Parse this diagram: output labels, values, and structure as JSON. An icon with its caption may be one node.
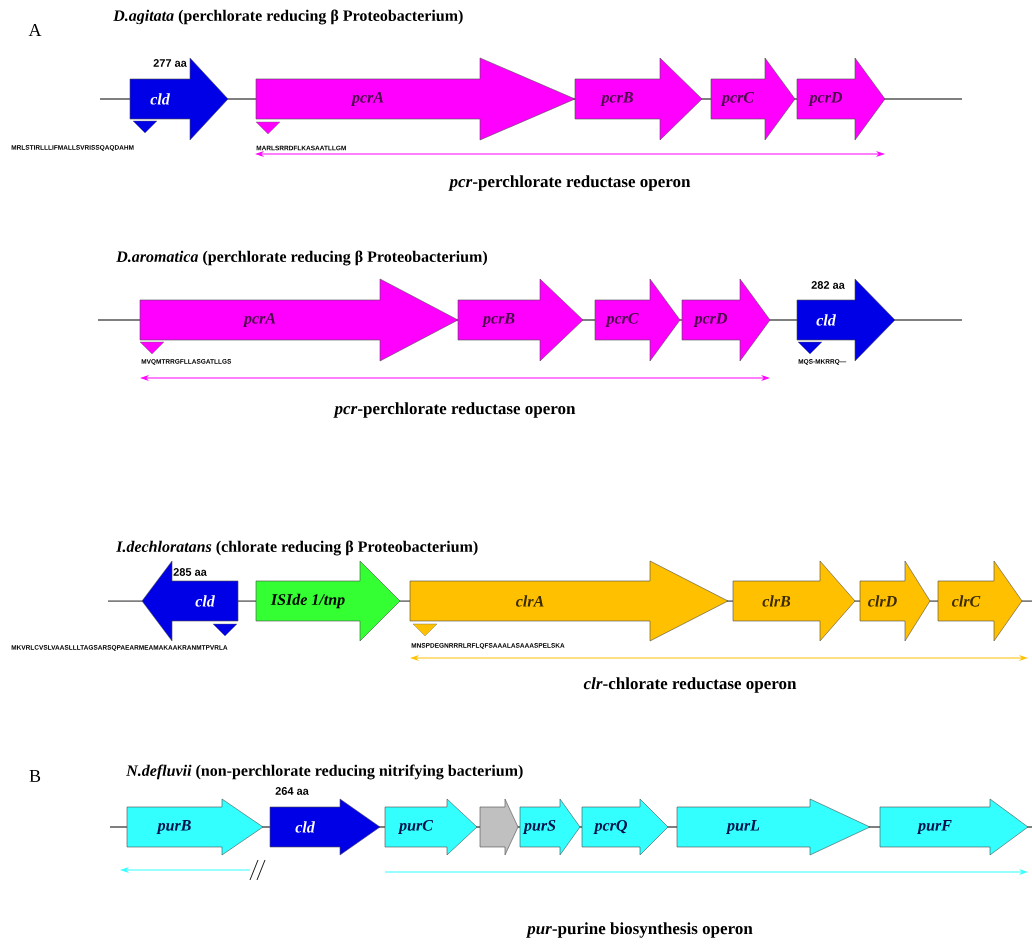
{
  "diagram": {
    "nodes": [
      {
        "text": [
          "cld"
        ],
        "beside": [
          "277 aa",
          "MRLSTIRLLLIFMALLSVRISSQAQDAHM"
        ]
      },
      {
        "text": [
          "pcrA"
        ],
        "beside": [
          "MARLSRRDFLKASAATLLGM"
        ]
      },
      {
        "text": [
          "pcrB"
        ]
      },
      {
        "text": [
          "pcrC"
        ]
      },
      {
        "text": [
          "pcrD"
        ]
      },
      {
        "text": [
          "pcrA"
        ],
        "beside": [
          "MVQMTRRGFLLASGATLLGS"
        ]
      },
      {
        "text": [
          "pcrB"
        ]
      },
      {
        "text": [
          "pcrC"
        ]
      },
      {
        "text": [
          "pcrD"
        ]
      },
      {
        "text": [
          "cld"
        ],
        "beside": [
          "282 aa",
          "MQS-MKRRQ—"
        ]
      },
      {
        "text": [
          "cld"
        ],
        "beside": [
          "285 aa",
          "MKVRLCVSLVAASLLLTAGSARSQPAEARMEAMAKAAKRANMTPVRLA"
        ]
      },
      {
        "text": [
          "ISIde 1/tnp"
        ]
      },
      {
        "text": [
          "clrA"
        ],
        "beside": [
          "MNSPDEGNRRRLRFLQFSAAALASAAASPELSKA"
        ]
      },
      {
        "text": [
          "clrB"
        ]
      },
      {
        "text": [
          "clrD"
        ]
      },
      {
        "text": [
          "clrC"
        ]
      },
      {
        "text": [
          "purB"
        ]
      },
      {
        "text": [
          "cld"
        ],
        "beside": [
          "264 aa"
        ]
      },
      {
        "text": [
          "purC"
        ]
      },
      {
        "text": [],
        "shape": "arrow"
      },
      {
        "text": [
          "purS"
        ]
      },
      {
        "text": [
          "pcrQ"
        ]
      },
      {
        "text": [
          "purL"
        ]
      },
      {
        "text": [
          "purF"
        ]
      }
    ],
    "labels": [
      "A",
      "*D.agitata* (perchlorate reducing β Proteobacterium)",
      "*pcr*-perchlorate reductase operon",
      "*D.aromatica* (perchlorate reducing β Proteobacterium)",
      "*pcr*-perchlorate reductase operon",
      "*I.dechloratans* (chlorate reducing β Proteobacterium)",
      "*clr*-chlorate reductase operon",
      "B",
      "*N.defluvii* (non-perchlorate reducing nitrifying bacterium)",
      "*pur*-purine biosynthesis operon"
    ]
  }
}
